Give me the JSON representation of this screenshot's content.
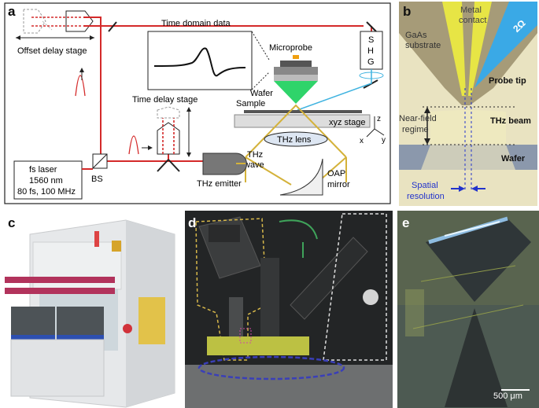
{
  "panels": {
    "a": {
      "letter": "a",
      "offset_delay_stage": "Offset delay stage",
      "time_domain_data": "Time domain data",
      "microprobe": "Microprobe",
      "shg": [
        "S",
        "H",
        "G"
      ],
      "time_delay_stage": "Time delay stage",
      "wafer": "Wafer",
      "sample": "Sample",
      "xyz_stage": "xyz stage",
      "axis_z": "z",
      "axis_x": "x",
      "axis_y": "y",
      "thz_lens": "THz lens",
      "thz_wave": [
        "THz",
        "wave"
      ],
      "laser": [
        "fs laser",
        "1560 nm",
        "80 fs, 100 MHz"
      ],
      "bs": "BS",
      "thz_emitter": "THz emitter",
      "oap_mirror": [
        "OAP",
        "mirror"
      ]
    },
    "b": {
      "letter": "b",
      "metal_contact": [
        "Metal",
        "contact"
      ],
      "gaas_substrate": [
        "GaAs",
        "substrate"
      ],
      "two_omega": "2Ω",
      "probe_tip": "Probe tip",
      "near_field_regime": [
        "Near-field",
        "regime"
      ],
      "thz_beam": "THz beam",
      "wafer": "Wafer",
      "spatial_resolution": [
        "Spatial",
        "resolution"
      ]
    },
    "c": {
      "letter": "c"
    },
    "d": {
      "letter": "d"
    },
    "e": {
      "letter": "e",
      "scale_bar": "500 μm"
    }
  },
  "colors": {
    "laser_beam": "#d42a2a",
    "thz_beam": "#d4b23a",
    "probe_beam": "#3fb3e0",
    "probe_tip": "#2fd46a",
    "resolution_arrows": "#2233cc"
  }
}
